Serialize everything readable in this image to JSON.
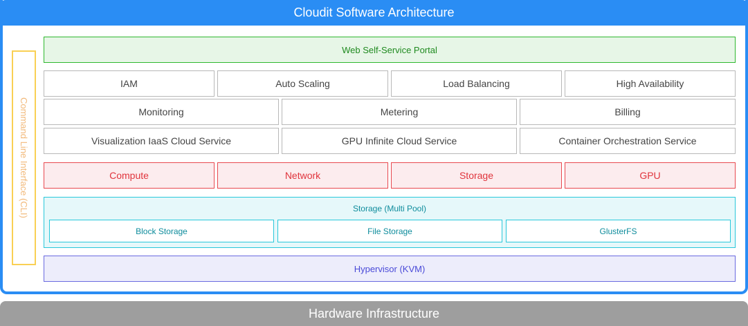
{
  "title": "Cloudit Software Architecture",
  "cli_label": "Command Line Interface (CLI)",
  "portal": "Web Self-Service Portal",
  "services_row1": [
    "IAM",
    "Auto Scaling",
    "Load Balancing",
    "High Availability"
  ],
  "services_row2": [
    "Monitoring",
    "Metering",
    "Billing"
  ],
  "services_row3": [
    "Visualization IaaS Cloud Service",
    "GPU Infinite Cloud Service",
    "Container Orchestration Service"
  ],
  "resources": [
    "Compute",
    "Network",
    "Storage",
    "GPU"
  ],
  "storage": {
    "title": "Storage (Multi Pool)",
    "pools": [
      "Block Storage",
      "File Storage",
      "GlusterFS"
    ]
  },
  "hypervisor": "Hypervisor (KVM)",
  "hardware": "Hardware Infrastructure",
  "colors": {
    "frame": "#2a8df4",
    "cli": "#f9d054",
    "portal": "#2eb82e",
    "resources": "#e8484f",
    "storage": "#28c7da",
    "hypervisor": "#6a6ae0",
    "hardware": "#9e9e9e"
  }
}
